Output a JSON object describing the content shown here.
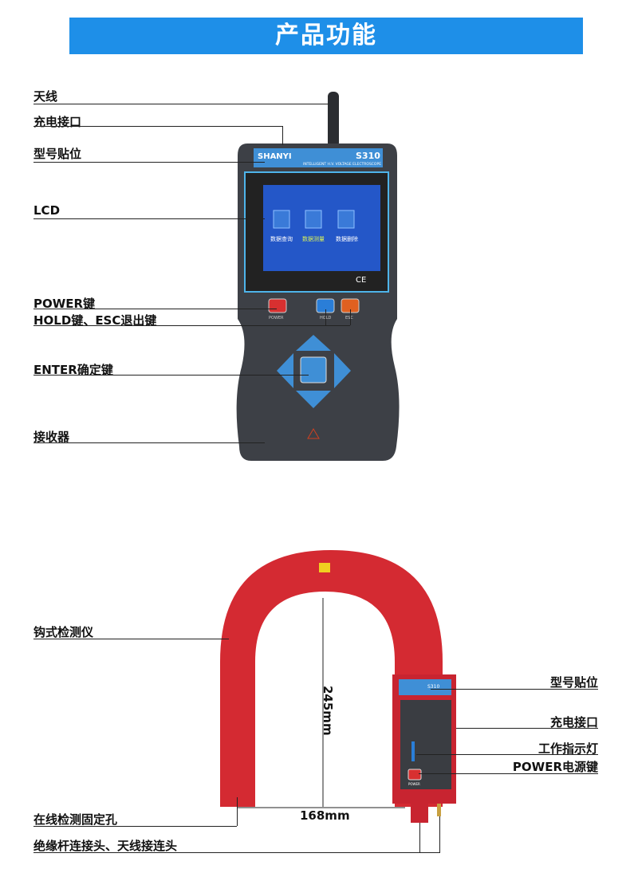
{
  "title": "产品功能",
  "receiver_labels": [
    "天线",
    "充电接口",
    "型号贴位",
    "LCD",
    "POWER键",
    "HOLD键、ESC退出键",
    "ENTER确定键",
    "接收器"
  ],
  "device": {
    "brand": "SHANYI",
    "model": "S310",
    "subtitle": "INTELLIGENT H.V. VOLTAGE ELECTROSCOPE",
    "screen_items": [
      "数据查询",
      "数据测量",
      "数据删除"
    ],
    "ce": "CE",
    "buttons": {
      "power": "POWER",
      "hold": "HOLD",
      "esc": "ESC",
      "enter": "ENTER"
    }
  },
  "hook_labels": {
    "hook": "钩式检测仪",
    "model_label": "型号贴位",
    "charge_port": "充电接口",
    "indicator": "工作指示灯",
    "power_key": "POWER电源键",
    "fix_hole": "在线检测固定孔",
    "connectors": "绝缘杆连接头、天线接连头"
  },
  "hook_device": {
    "model": "S310",
    "power": "POWER"
  },
  "dimensions": {
    "height": "245mm",
    "width": "168mm"
  },
  "colors": {
    "banner": "#1e8fe8",
    "hook": "#d42a32",
    "body": "#3a3d42",
    "screen": "#2457c8"
  }
}
